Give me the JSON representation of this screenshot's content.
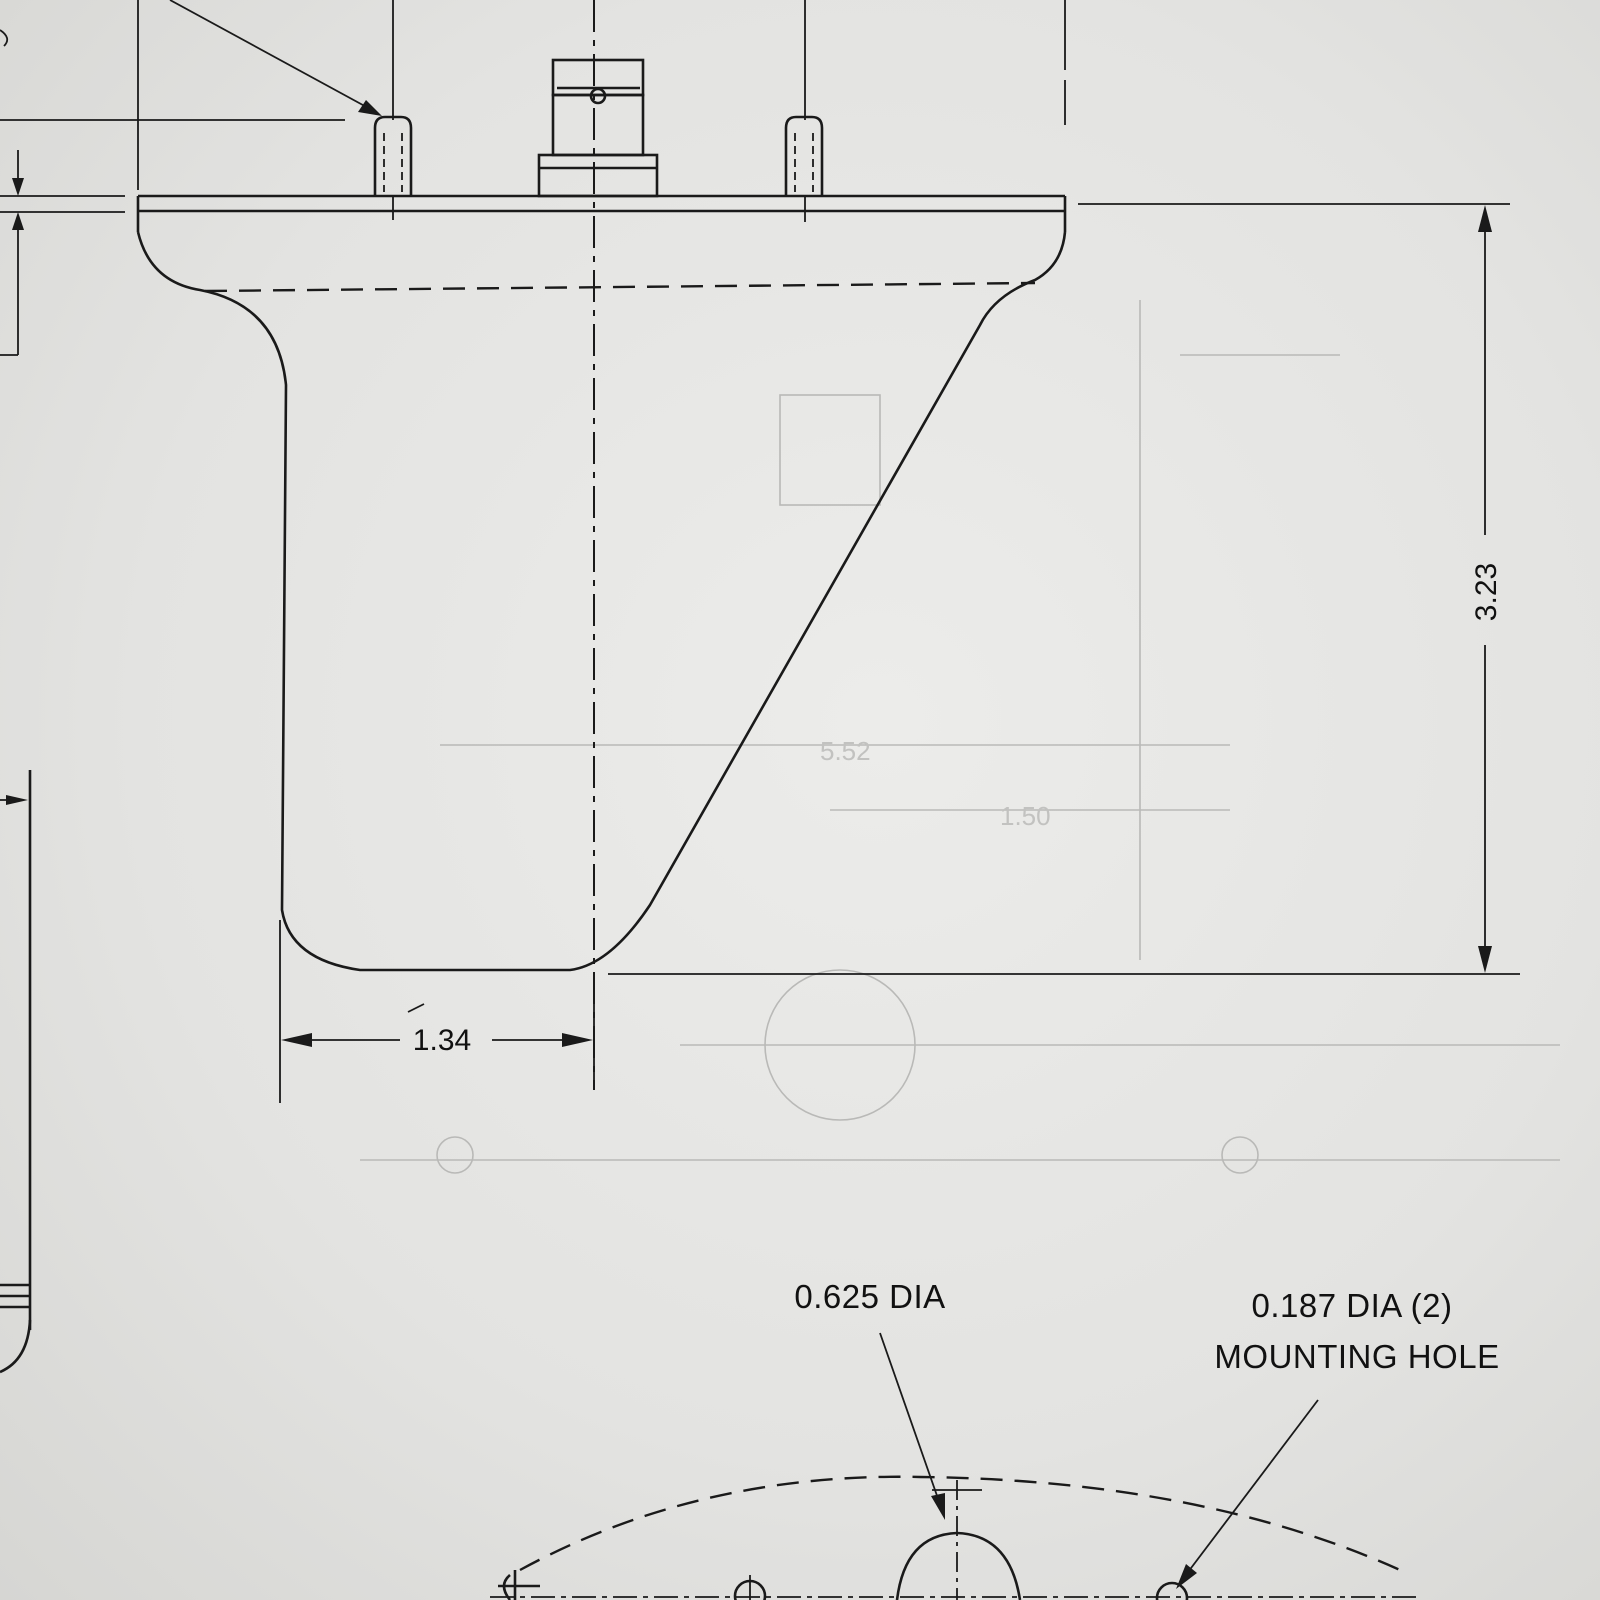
{
  "dimensions": {
    "height": "3.23",
    "half_width": "1.34"
  },
  "callouts": {
    "center_hole": "0.625 DIA",
    "mounting_hole_line1": "0.187 DIA (2)",
    "mounting_hole_line2": "MOUNTING HOLE"
  }
}
